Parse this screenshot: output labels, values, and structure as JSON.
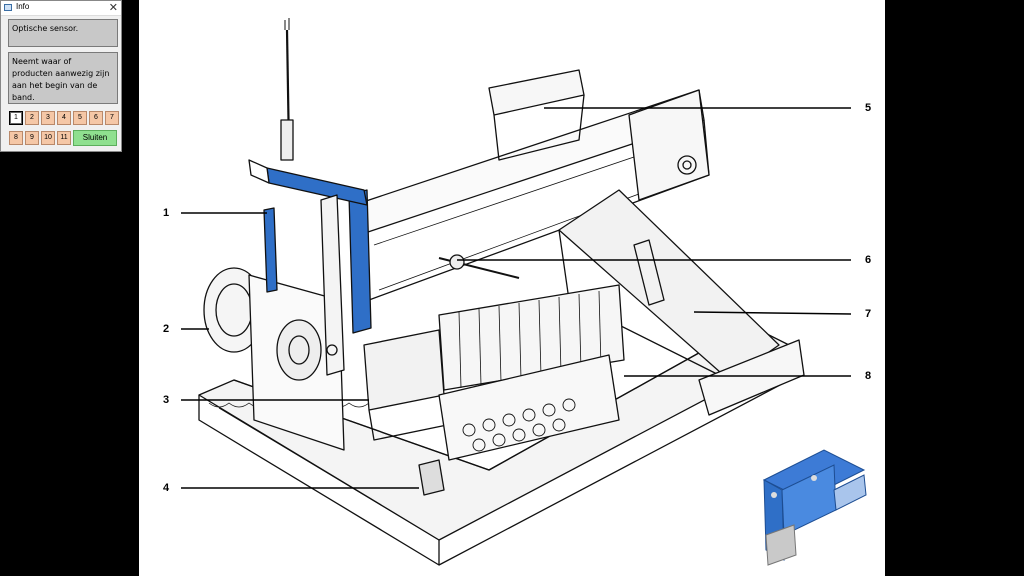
{
  "window": {
    "title": "Info",
    "close_glyph": "✕",
    "icon": "window-icon"
  },
  "panel": {
    "heading": "Optische sensor.",
    "description": "Neemt waar of producten aanwezig zijn aan het begin van de band."
  },
  "nav": {
    "buttons": [
      "1",
      "2",
      "3",
      "4",
      "5",
      "6",
      "7",
      "8",
      "9",
      "10",
      "11"
    ],
    "active": "1",
    "close_label": "Sluiten"
  },
  "figure": {
    "callouts": [
      "1",
      "2",
      "3",
      "4",
      "5",
      "6",
      "7",
      "8"
    ],
    "highlight_color": "#2f6fc7"
  }
}
